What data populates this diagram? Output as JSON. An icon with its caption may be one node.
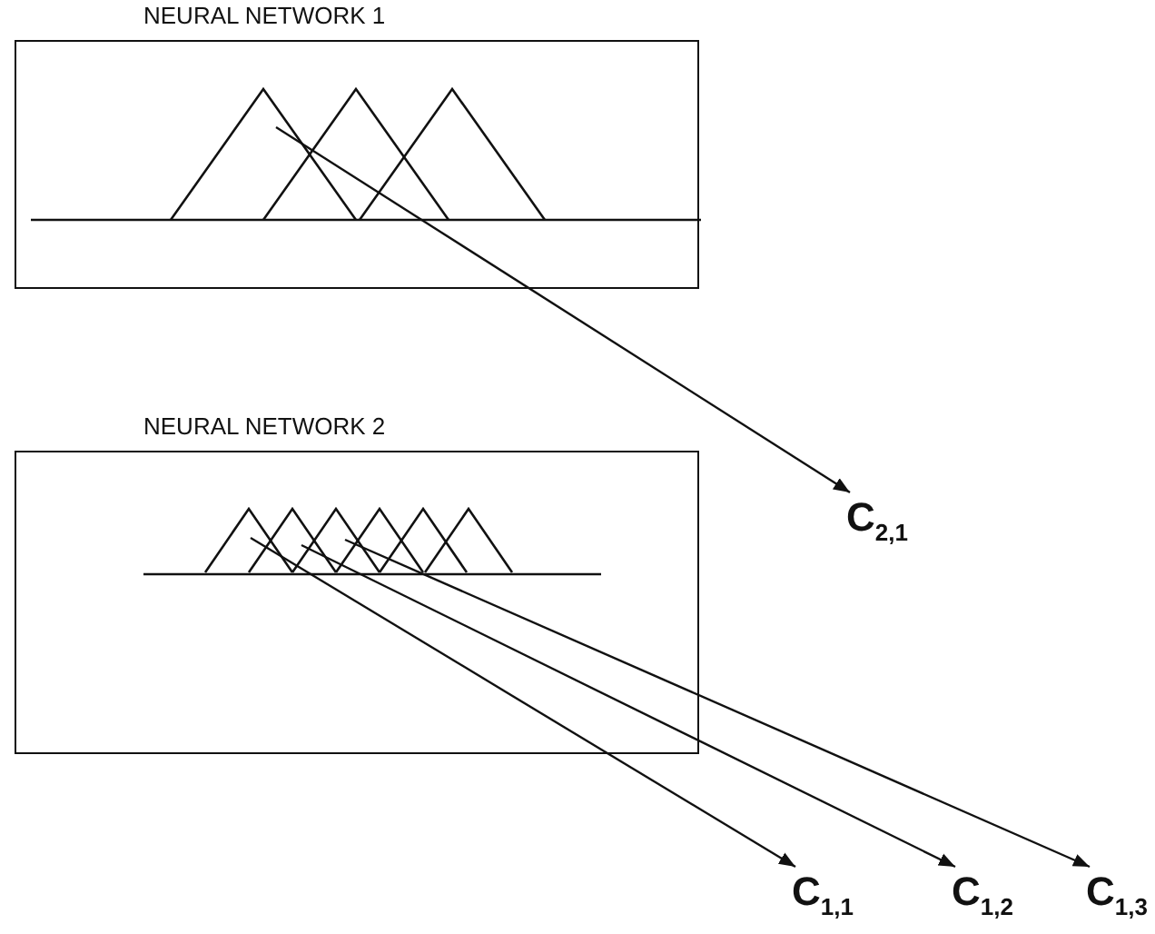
{
  "diagram": {
    "nodes": [
      {
        "text": [
          "NEURAL NETWORK 1"
        ]
      },
      {
        "text": [
          "NEURAL NETWORK 2"
        ]
      },
      {
        "text": [
          "C$_{2,1}$"
        ]
      },
      {
        "text": [
          "C$_{1,1}$"
        ]
      },
      {
        "text": [
          "C$_{1,2}$"
        ]
      },
      {
        "text": [
          "C$_{1,3}$"
        ]
      }
    ],
    "edges": [
      {
        "from": 0,
        "to": 2,
        "arrow": "to"
      },
      {
        "from": 1,
        "to": 3,
        "arrow": "to"
      },
      {
        "from": 1,
        "to": 4,
        "arrow": "to"
      },
      {
        "from": 1,
        "to": 5,
        "arrow": "to"
      }
    ]
  }
}
